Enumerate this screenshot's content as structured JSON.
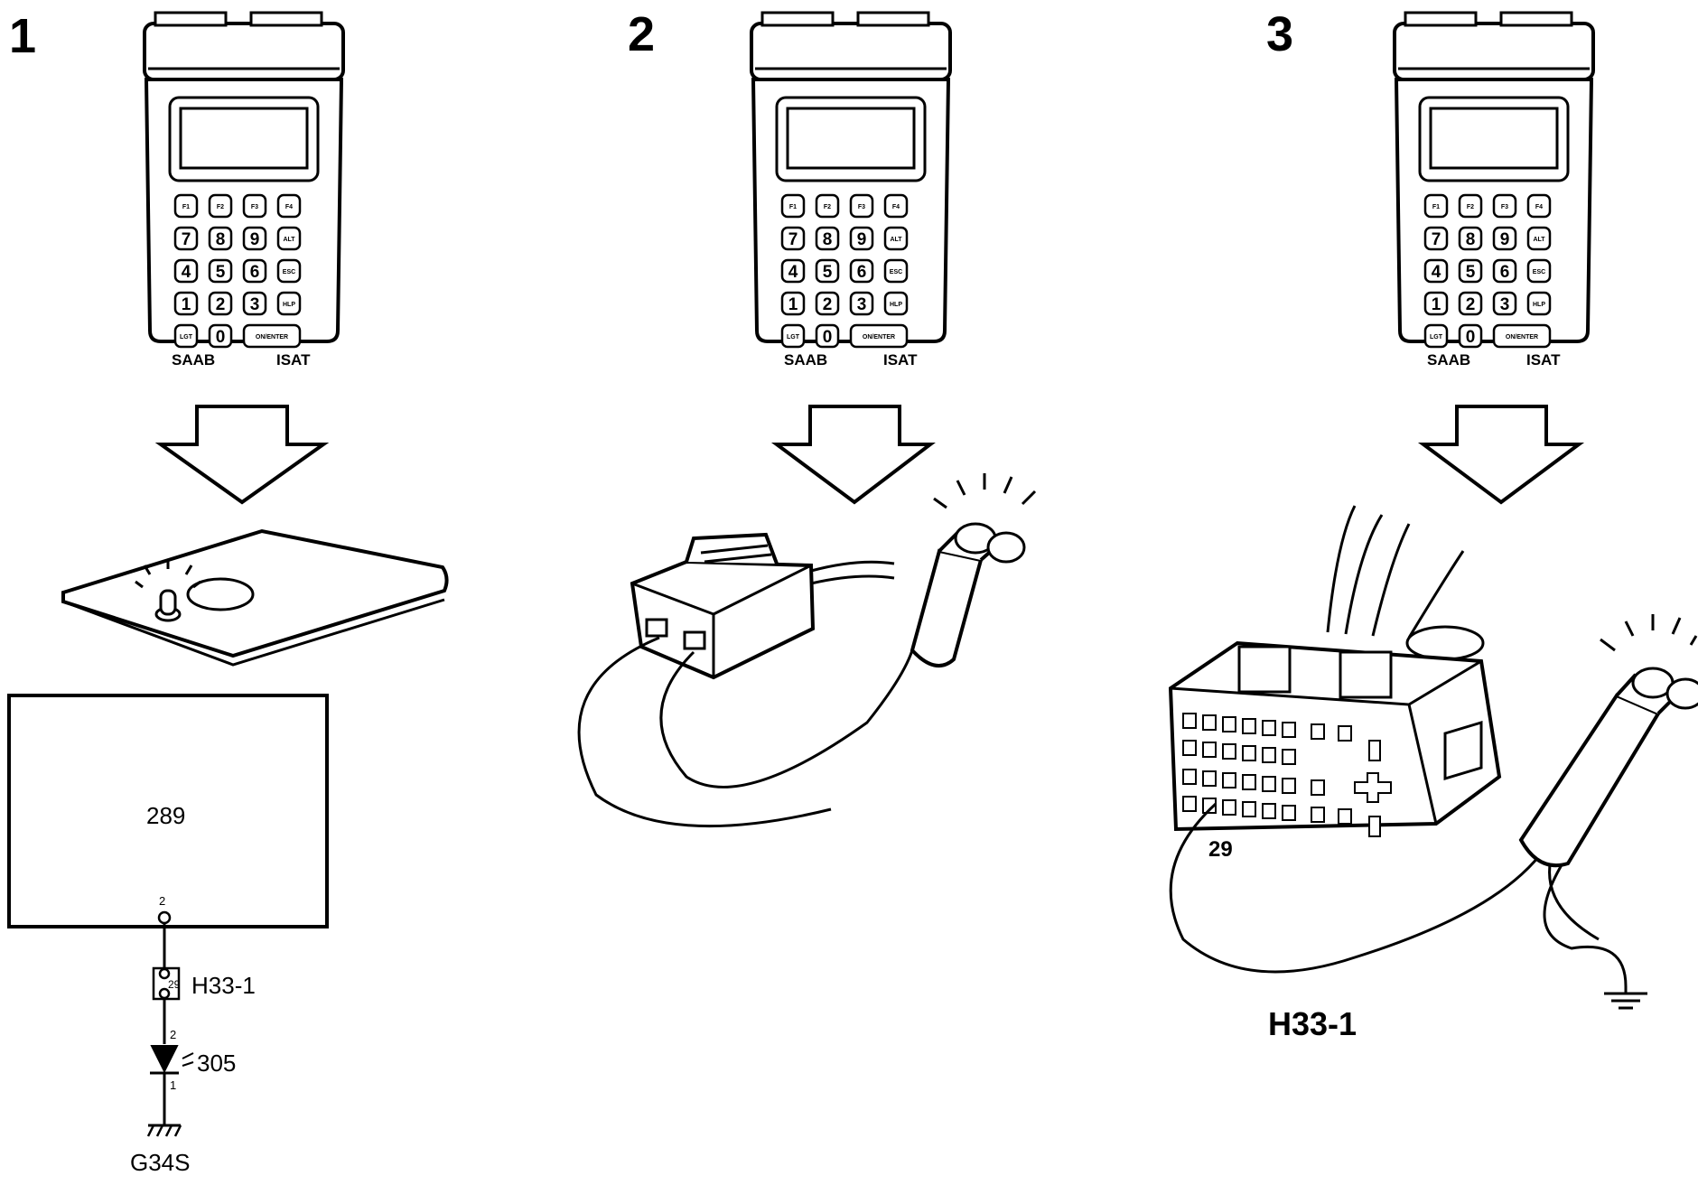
{
  "steps": [
    "1",
    "2",
    "3"
  ],
  "tester": {
    "keys": [
      [
        "F1",
        "F2",
        "F3",
        "F4"
      ],
      [
        "7",
        "8",
        "9",
        "ALT"
      ],
      [
        "4",
        "5",
        "6",
        "ESC"
      ],
      [
        "1",
        "2",
        "3",
        "HLP"
      ],
      [
        "LGT",
        "0",
        "ON/ENTER"
      ]
    ],
    "brand": "SAAB",
    "model": "ISAT"
  },
  "schematic": {
    "component": "289",
    "pin_top": "2",
    "connector_pin": "29",
    "connector": "H33-1",
    "led_pin_top": "2",
    "led_pin_bottom": "1",
    "led": "305",
    "ground": "G34S"
  },
  "panel3": {
    "pin_label": "29",
    "connector_label": "H33-1"
  }
}
